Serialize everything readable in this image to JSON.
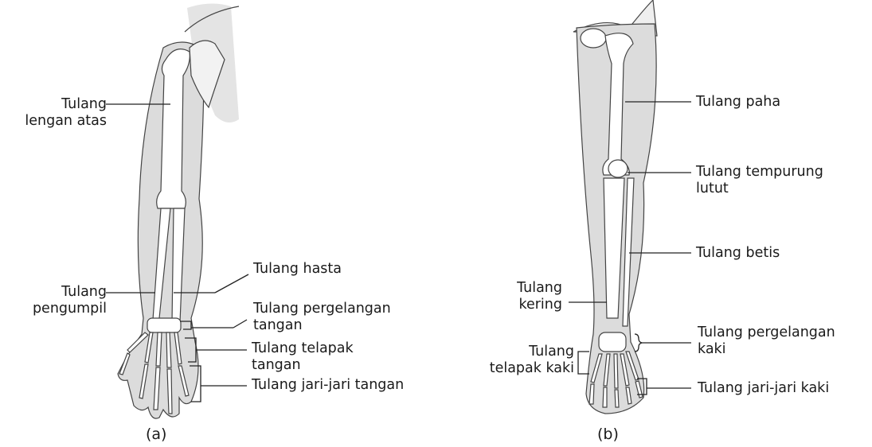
{
  "arm": {
    "caption": "(a)",
    "humerus": [
      "Tulang",
      "lengan atas"
    ],
    "radius": [
      "Tulang",
      "pengumpil"
    ],
    "ulna": "Tulang hasta",
    "carpals": [
      "Tulang pergelangan",
      "tangan"
    ],
    "metacarpals": [
      "Tulang telapak",
      "tangan"
    ],
    "phalanges": "Tulang jari-jari tangan"
  },
  "leg": {
    "caption": "(b)",
    "femur": "Tulang paha",
    "patella": [
      "Tulang tempurung",
      "lutut"
    ],
    "fibula": "Tulang betis",
    "tibia": [
      "Tulang",
      "kering"
    ],
    "metatarsals": [
      "Tulang",
      "telapak kaki"
    ],
    "tarsals": [
      "Tulang pergelangan",
      "kaki"
    ],
    "phalanges": "Tulang jari-jari kaki"
  },
  "colors": {
    "skin": "#dcdcdc",
    "bone": "#ffffff",
    "outline": "#333333"
  }
}
